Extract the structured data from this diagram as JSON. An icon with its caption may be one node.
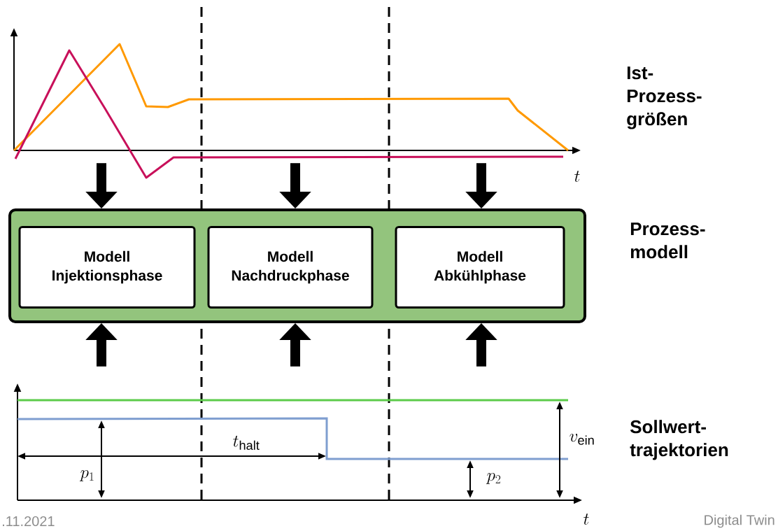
{
  "diagram": {
    "nodes": [
      {
        "text": [
          "Prozess- modell"
        ]
      },
      {
        "text": [
          "Modell Injektionsphase"
        ],
        "in": 0
      },
      {
        "text": [
          "Modell Nachdruckphase"
        ],
        "in": 0
      },
      {
        "text": [
          "Modell Abkühlphase"
        ],
        "in": 0
      },
      {
        "text": [],
        "shape": "picture",
        "beside": [
          "Ist- Prozess- größen"
        ]
      },
      {
        "text": [],
        "shape": "picture",
        "beside": [
          "Sollwert- trajektorien"
        ]
      }
    ],
    "edges": [
      {
        "from": 4,
        "to": 0,
        "arrow": "to"
      },
      {
        "from": 4,
        "to": 0,
        "arrow": "to"
      },
      {
        "from": 4,
        "to": 0,
        "arrow": "to"
      },
      {
        "from": 5,
        "to": 0,
        "arrow": "to"
      },
      {
        "from": 5,
        "to": 0,
        "arrow": "to"
      },
      {
        "from": 5,
        "to": 0,
        "arrow": "to"
      }
    ],
    "labels": [
      "t",
      "t",
      "t_{\\mathrm{halt}}",
      "p_1",
      "p_2",
      "v_{\\mathrm{ein}}",
      ".11.2021",
      "Digital Twin"
    ]
  }
}
